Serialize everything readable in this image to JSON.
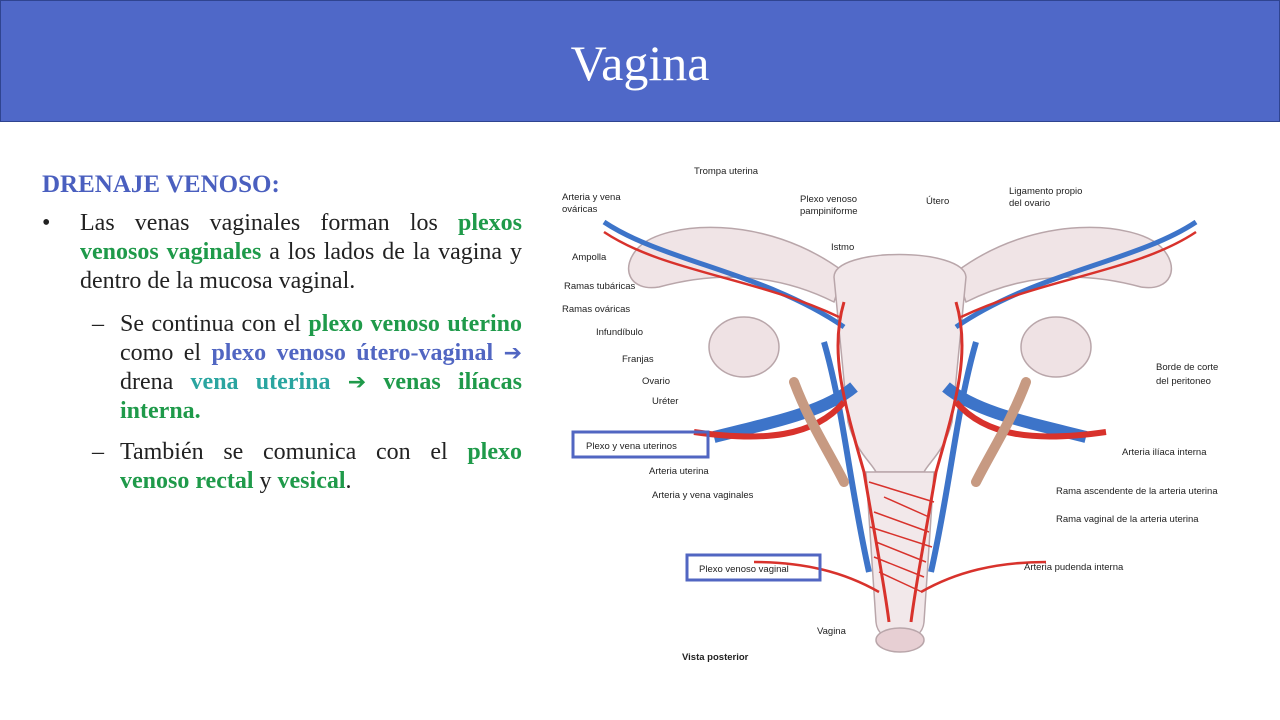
{
  "slide": {
    "title": "Vagina"
  },
  "text": {
    "heading": "DRENAJE VENOSO:",
    "bullet_mark": "•",
    "dash_mark": "–",
    "bullet1": {
      "p1": "Las venas vaginales forman los ",
      "h1": "plexos venosos vaginales",
      "p2": " a los lados de la vagina y dentro de la mucosa vaginal."
    },
    "sub1": {
      "p1": "Se continua con el ",
      "h1": "plexo venoso uterino",
      "p2": " como el ",
      "h2": "plexo venoso útero-vaginal",
      "arrow1": "➔",
      "p3": " drena ",
      "h3": "vena uterina",
      "arrow2": "➔",
      "h4": "venas ilíacas interna."
    },
    "sub2": {
      "p1": "También se comunica con el ",
      "h1": "plexo venoso rectal",
      "p2": " y ",
      "h2": "vesical",
      "p3": "."
    }
  },
  "figure": {
    "labels": {
      "trompa_uterina": "Trompa uterina",
      "arteria_vena_ovaricas_1": "Arteria y vena",
      "arteria_vena_ovaricas_2": "ováricas",
      "plexo_pampiniforme_1": "Plexo venoso",
      "plexo_pampiniforme_2": "pampiniforme",
      "utero": "Útero",
      "ligamento_1": "Ligamento propio",
      "ligamento_2": "del ovario",
      "istmo": "Istmo",
      "ampolla": "Ampolla",
      "ramas_tubaricas": "Ramas tubáricas",
      "ramas_ovaricas": "Ramas ováricas",
      "infundibulo": "Infundíbulo",
      "franjas": "Franjas",
      "ovario": "Ovario",
      "ureter": "Uréter",
      "borde_1": "Borde de corte",
      "borde_2": "del peritoneo",
      "plexo_vena_uterinos": "Plexo y vena uterinos",
      "arteria_iliaca": "Arteria ilíaca interna",
      "arteria_uterina": "Arteria uterina",
      "arteria_vena_vaginales": "Arteria y vena vaginales",
      "rama_ascendente": "Rama ascendente de la arteria uterina",
      "rama_vaginal": "Rama vaginal de la arteria uterina",
      "plexo_venoso_vaginal": "Plexo venoso vaginal",
      "arteria_pudenda": "Arteria pudenda interna",
      "vagina": "Vagina",
      "vista_posterior": "Vista posterior"
    },
    "colors": {
      "artery": "#d8322c",
      "vein": "#3d74c9",
      "organ": "#f0e4e6",
      "ureter": "#c79a82",
      "highlight": "#5166c2"
    }
  }
}
